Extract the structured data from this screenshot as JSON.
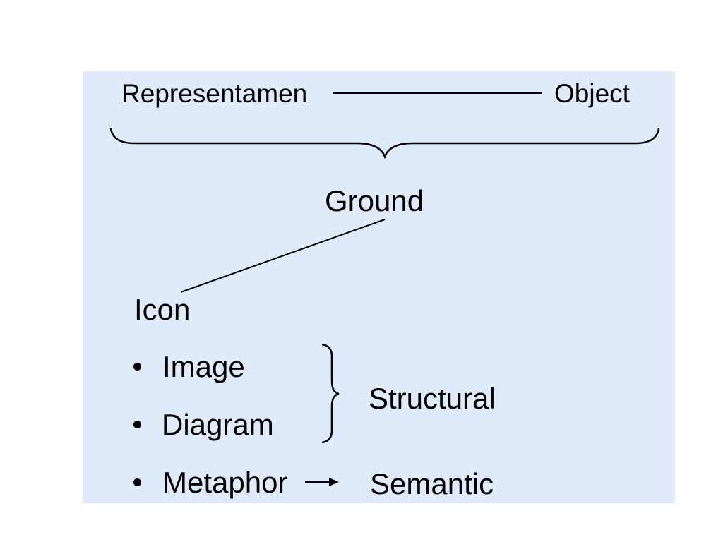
{
  "diagram": {
    "representamen": "Representamen",
    "object": "Object",
    "ground": "Ground",
    "icon": "Icon",
    "items": [
      "Image",
      "Diagram",
      "Metaphor"
    ],
    "structural": "Structural",
    "semantic": "Semantic"
  }
}
